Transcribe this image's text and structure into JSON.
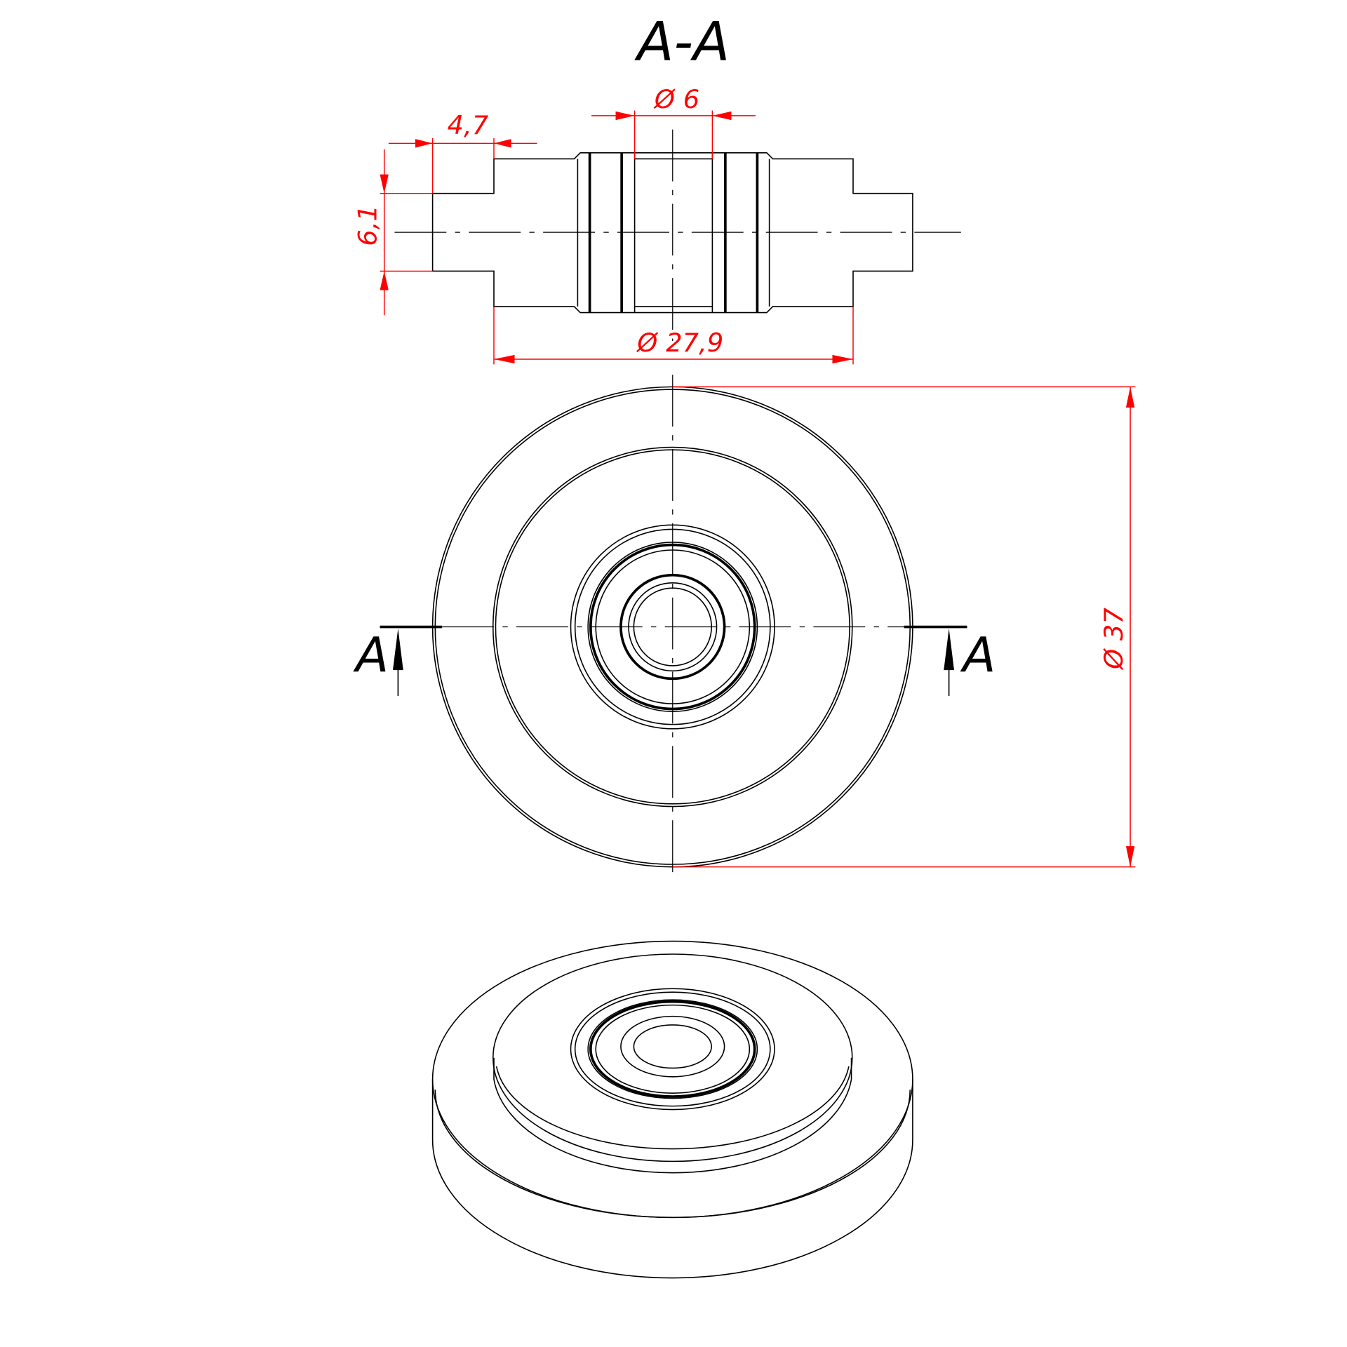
{
  "section_title": "A-A",
  "dimensions": {
    "hub_length": "4,7",
    "bore_diameter": "Ø 6",
    "hub_height": "6,1",
    "flange_diameter": "Ø 27,9",
    "outer_diameter": "Ø 37"
  },
  "section_markers": {
    "left": "A",
    "right": "A"
  },
  "colors": {
    "dimension": "#ff0000",
    "geometry": "#000000"
  }
}
